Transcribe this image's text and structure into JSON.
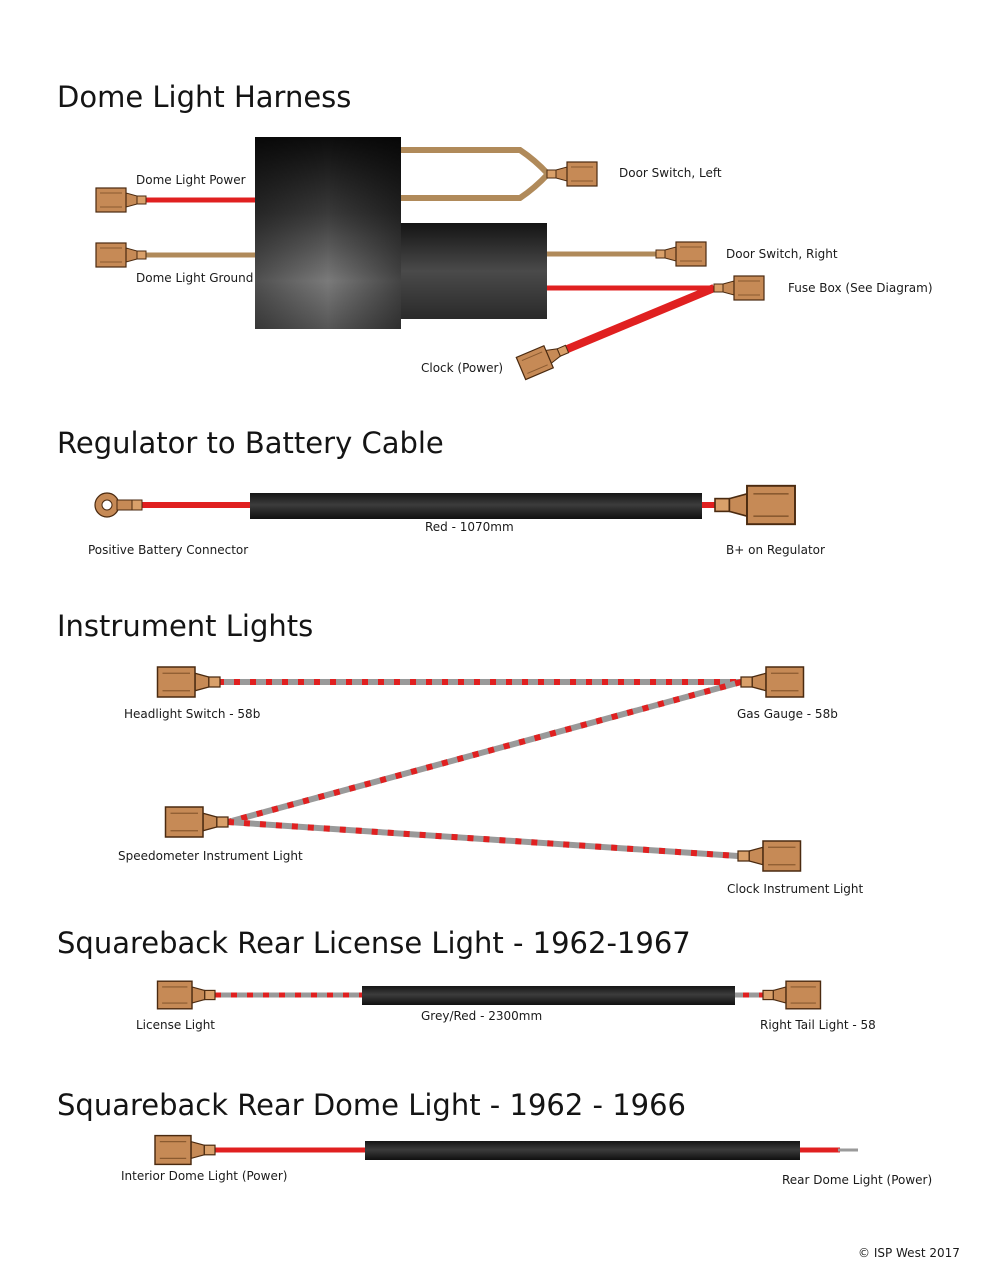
{
  "colors": {
    "red_wire": "#e02020",
    "tan_wire": "#b08a5a",
    "grey_wire": "#9a9a9a",
    "connector": "#c68a56",
    "sleeve": "#1e1e1e"
  },
  "sections": {
    "dome": {
      "title": "Dome Light Harness",
      "labels": {
        "power": "Dome Light Power",
        "ground": "Dome Light Ground",
        "door_left": "Door Switch, Left",
        "door_right": "Door Switch, Right",
        "fuse_box": "Fuse Box (See Diagram)",
        "clock": "Clock (Power)"
      }
    },
    "regulator": {
      "title": "Regulator to Battery Cable",
      "labels": {
        "positive": "Positive Battery Connector",
        "wire_spec": "Red - 1070mm",
        "regulator": "B+ on Regulator"
      }
    },
    "instrument": {
      "title": "Instrument Lights",
      "labels": {
        "headlight": "Headlight Switch - 58b",
        "gas_gauge": "Gas Gauge - 58b",
        "speedo": "Speedometer Instrument Light",
        "clock": "Clock Instrument Light"
      }
    },
    "license": {
      "title": "Squareback Rear License Light - 1962-1967",
      "labels": {
        "license": "License Light",
        "wire_spec": "Grey/Red - 2300mm",
        "tail": "Right Tail Light - 58"
      }
    },
    "rear_dome": {
      "title": "Squareback Rear Dome Light - 1962 - 1966",
      "labels": {
        "interior": "Interior Dome Light (Power)",
        "rear": "Rear Dome Light (Power)"
      }
    }
  },
  "copyright": "© ISP West 2017"
}
